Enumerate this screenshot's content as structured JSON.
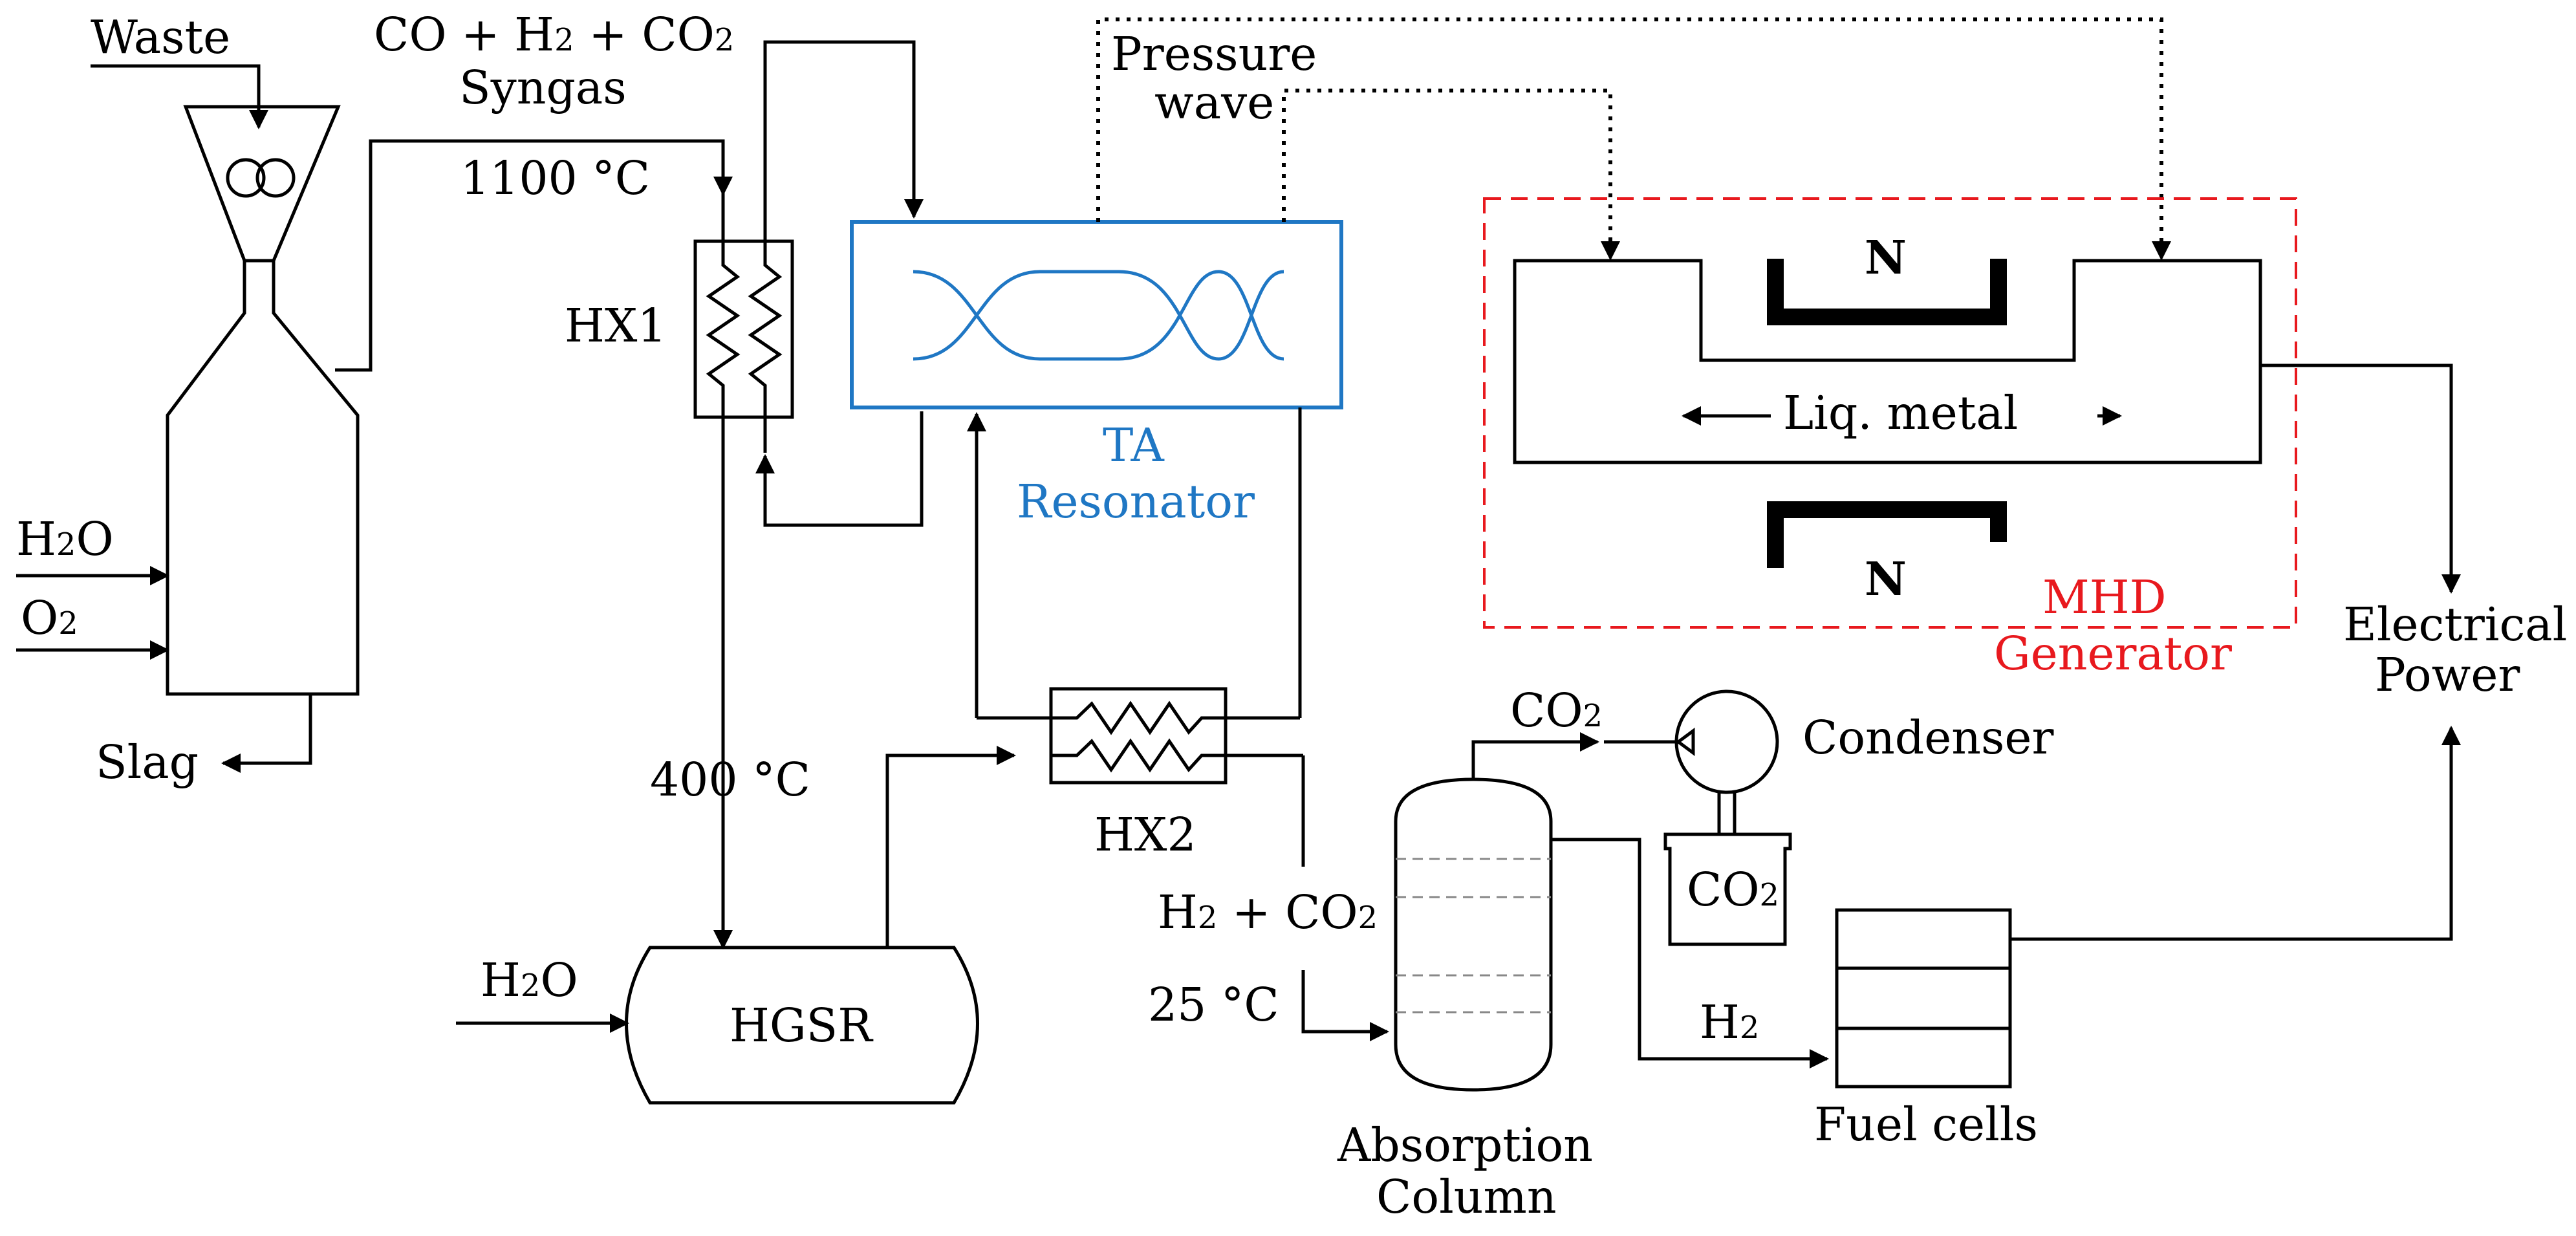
{
  "labels": {
    "waste": "Waste",
    "syngas_formula_1": "CO + H",
    "syngas_formula_2": "2",
    "syngas_formula_3": " + CO",
    "syngas_formula_4": "2",
    "syngas": "Syngas",
    "temp_1100": "1100 °C",
    "hx1": "HX1",
    "pressure": "Pressure",
    "wave": "wave",
    "ta_1": "TA",
    "ta_2": "Resonator",
    "n_top": "N",
    "n_bottom": "N",
    "liq_metal": "Liq. metal",
    "mhd_1": "MHD",
    "mhd_2": "Generator",
    "electrical_1": "Electrical",
    "electrical_2": "Power",
    "h2o_left_h": "H",
    "h2o_left_sub": "2",
    "h2o_left_o": "O",
    "o2_o": "O",
    "o2_sub": "2",
    "slag": "Slag",
    "temp_400": "400 °C",
    "h2o_hgsr_h": "H",
    "h2o_hgsr_sub": "2",
    "h2o_hgsr_o": "O",
    "hgsr": "HGSR",
    "hx2": "HX2",
    "h2co2_h": "H",
    "h2co2_sub1": "2",
    "h2co2_mid": " + CO",
    "h2co2_sub2": "2",
    "temp_25": "25 °C",
    "co2_top_co": "CO",
    "co2_top_sub": "2",
    "condenser": "Condenser",
    "co2_tank_co": "CO",
    "co2_tank_sub": "2",
    "h2_h": "H",
    "h2_sub": "2",
    "fuel_cells": "Fuel cells",
    "absorption_1": "Absorption",
    "absorption_2": "Column"
  },
  "colors": {
    "line": "#000000",
    "ta_resonator": "#1f77c4",
    "mhd_generator": "#e8191e"
  }
}
